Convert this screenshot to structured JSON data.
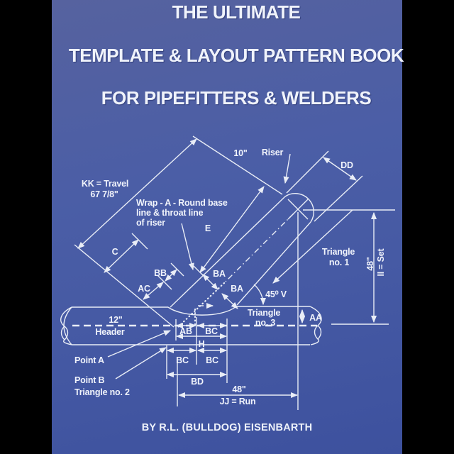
{
  "cover": {
    "title_line1": "THE ULTIMATE",
    "title_line2": "TEMPLATE & LAYOUT PATTERN BOOK",
    "title_line3": "FOR PIPEFITTERS & WELDERS",
    "author": "BY R.L. (BULLDOG) EISENBARTH",
    "colors": {
      "background_blue": "#4b5ea6",
      "line_ink": "#e9edf6",
      "surround": "#000000"
    }
  },
  "diagram": {
    "labels": {
      "kk_travel_1": "KK = Travel",
      "kk_travel_2": "67 7/8\"",
      "wrap_1": "Wrap - A - Round base",
      "wrap_2": "line & throat line",
      "wrap_3": "of riser",
      "riser_size": "10\"",
      "riser_name": "Riser",
      "dd": "DD",
      "e": "E",
      "c": "C",
      "bb": "BB",
      "ac": "AC",
      "ba_upper": "BA",
      "ba_lower": "BA",
      "angle_45": "45⁰ V",
      "triangle1_line1": "Triangle",
      "triangle1_line2": "no. 1",
      "triangle3_line1": "Triangle",
      "triangle3_line2": "no. 3",
      "aa": "AA",
      "set_value": "48\"",
      "set_name": "II = Set",
      "header_size": "12\"",
      "header_name": "Header",
      "ab": "AB",
      "bc_center": "BC",
      "h": "H",
      "bc_left": "BC",
      "bc_right": "BC",
      "bd": "BD",
      "run_value": "48\"",
      "run_name": "JJ = Run",
      "point_a": "Point A",
      "point_b": "Point B",
      "triangle2": "Triangle no. 2"
    }
  }
}
